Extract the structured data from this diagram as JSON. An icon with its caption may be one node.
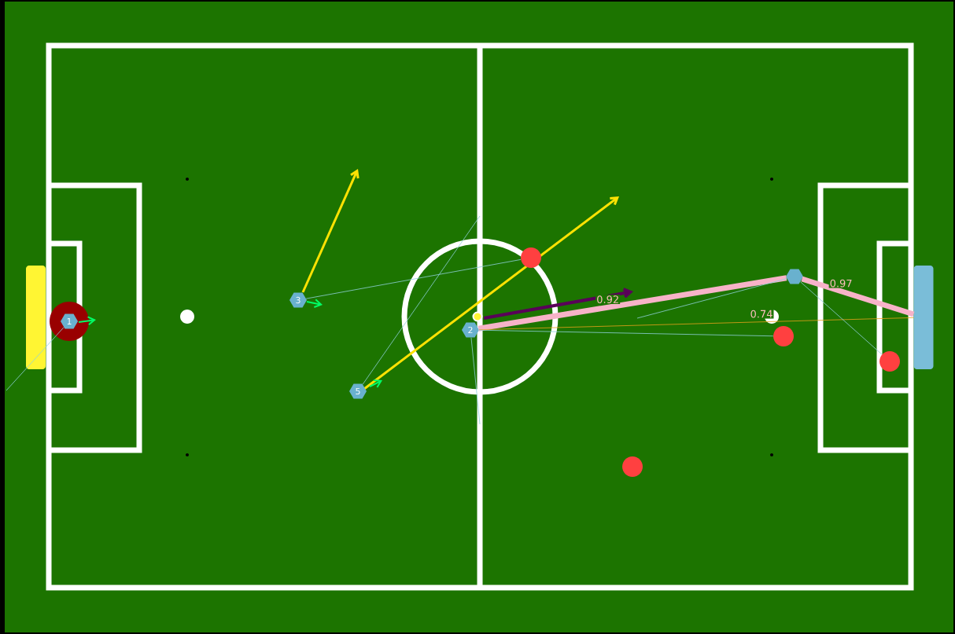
{
  "diagram": {
    "nodes": [
      {
        "text": [
          "1"
        ]
      },
      {
        "text": [
          "3"
        ]
      },
      {
        "text": [
          "5"
        ]
      },
      {
        "text": [
          "2"
        ]
      },
      {
        "text": [],
        "shape": "hexagon"
      },
      {
        "text": [],
        "shape": "circle"
      },
      {
        "text": [],
        "shape": "circle"
      },
      {
        "text": [],
        "shape": "circle"
      },
      {
        "text": [],
        "shape": "circle"
      },
      {
        "text": [],
        "shape": "circle"
      },
      {
        "text": [],
        "shape": "box"
      }
    ],
    "edges": [
      {
        "from": 3,
        "to": 4,
        "arrow": "none",
        "label": "0.92",
        "style": "thick",
        "color": "#f7b3c8"
      },
      {
        "from": 4,
        "to": 10,
        "arrow": "none",
        "label": "0.97",
        "style": "thick",
        "color": "#f7b3c8"
      },
      {
        "from": 3,
        "to": 10,
        "arrow": "none",
        "label": "0.74",
        "color": "#e8a21a"
      },
      {
        "from": 1,
        "to": 6,
        "arrow": "none"
      },
      {
        "from": 3,
        "to": 8,
        "arrow": "none"
      },
      {
        "from": 4,
        "to": 9,
        "arrow": "none"
      },
      {
        "from": 0,
        "to": null,
        "arrow": "none"
      },
      {
        "from": 2,
        "to": null,
        "arrow": "none"
      },
      {
        "from": 3,
        "to": null,
        "arrow": "none"
      },
      {
        "from": 4,
        "to": null,
        "arrow": "none"
      }
    ]
  }
}
